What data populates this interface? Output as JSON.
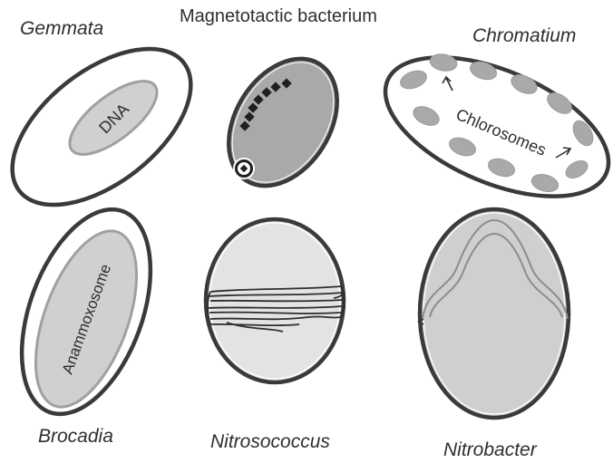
{
  "labels": {
    "gemmata": "Gemmata",
    "magnetotactic": "Magnetotactic bacterium",
    "chromatium": "Chromatium",
    "brocadia": "Brocadia",
    "nitrosococcus": "Nitrosococcus",
    "nitrobacter": "Nitrobacter",
    "dna": "DNA",
    "chlorosomes": "Chlorosomes",
    "anammoxosome": "Anammoxosome"
  },
  "colors": {
    "outline": "#3a3a3a",
    "cell_fill_dark": "#a9a9a9",
    "cell_fill_light": "#e3e3e3",
    "organelle_fill": "#c9c9c9",
    "organelle_stroke": "#9a9a9a"
  }
}
